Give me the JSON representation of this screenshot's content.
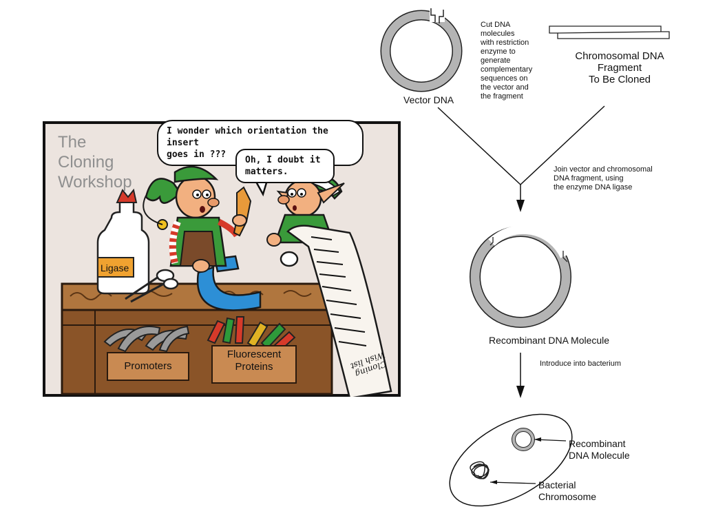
{
  "comic": {
    "title_lines": [
      "The",
      "Cloning",
      "Workshop"
    ],
    "bubble_1_line_1": "I wonder which orientation the insert",
    "bubble_1_line_2": "goes in ???",
    "bubble_2_line_1": "Oh, I doubt it",
    "bubble_2_line_2": "matters.",
    "bottle_label": "Ligase",
    "box_1_label": "Promoters",
    "box_2_line_1": "Fluorescent",
    "box_2_line_2": "Proteins",
    "scroll_line_1": "Cloning",
    "scroll_line_2": "Wish list"
  },
  "diagram": {
    "vector_label": "Vector DNA",
    "cut_note_lines": [
      "Cut DNA",
      "molecules",
      "with restriction",
      "enzyme to",
      "generate",
      "complementary",
      "sequences on",
      "the vector and",
      "the fragment"
    ],
    "fragment_label_lines": [
      "Chromosomal DNA",
      "Fragment",
      "To Be Cloned"
    ],
    "join_note_lines": [
      "Join vector and chromosomal",
      "DNA fragment, using",
      "the enzyme DNA ligase"
    ],
    "recombinant_label": "Recombinant DNA Molecule",
    "introduce_note": "Introduce into bacterium",
    "cell_label_1_lines": [
      "Recombinant",
      "DNA Molecule"
    ],
    "cell_label_2_lines": [
      "Bacterial",
      "Chromosome"
    ]
  }
}
